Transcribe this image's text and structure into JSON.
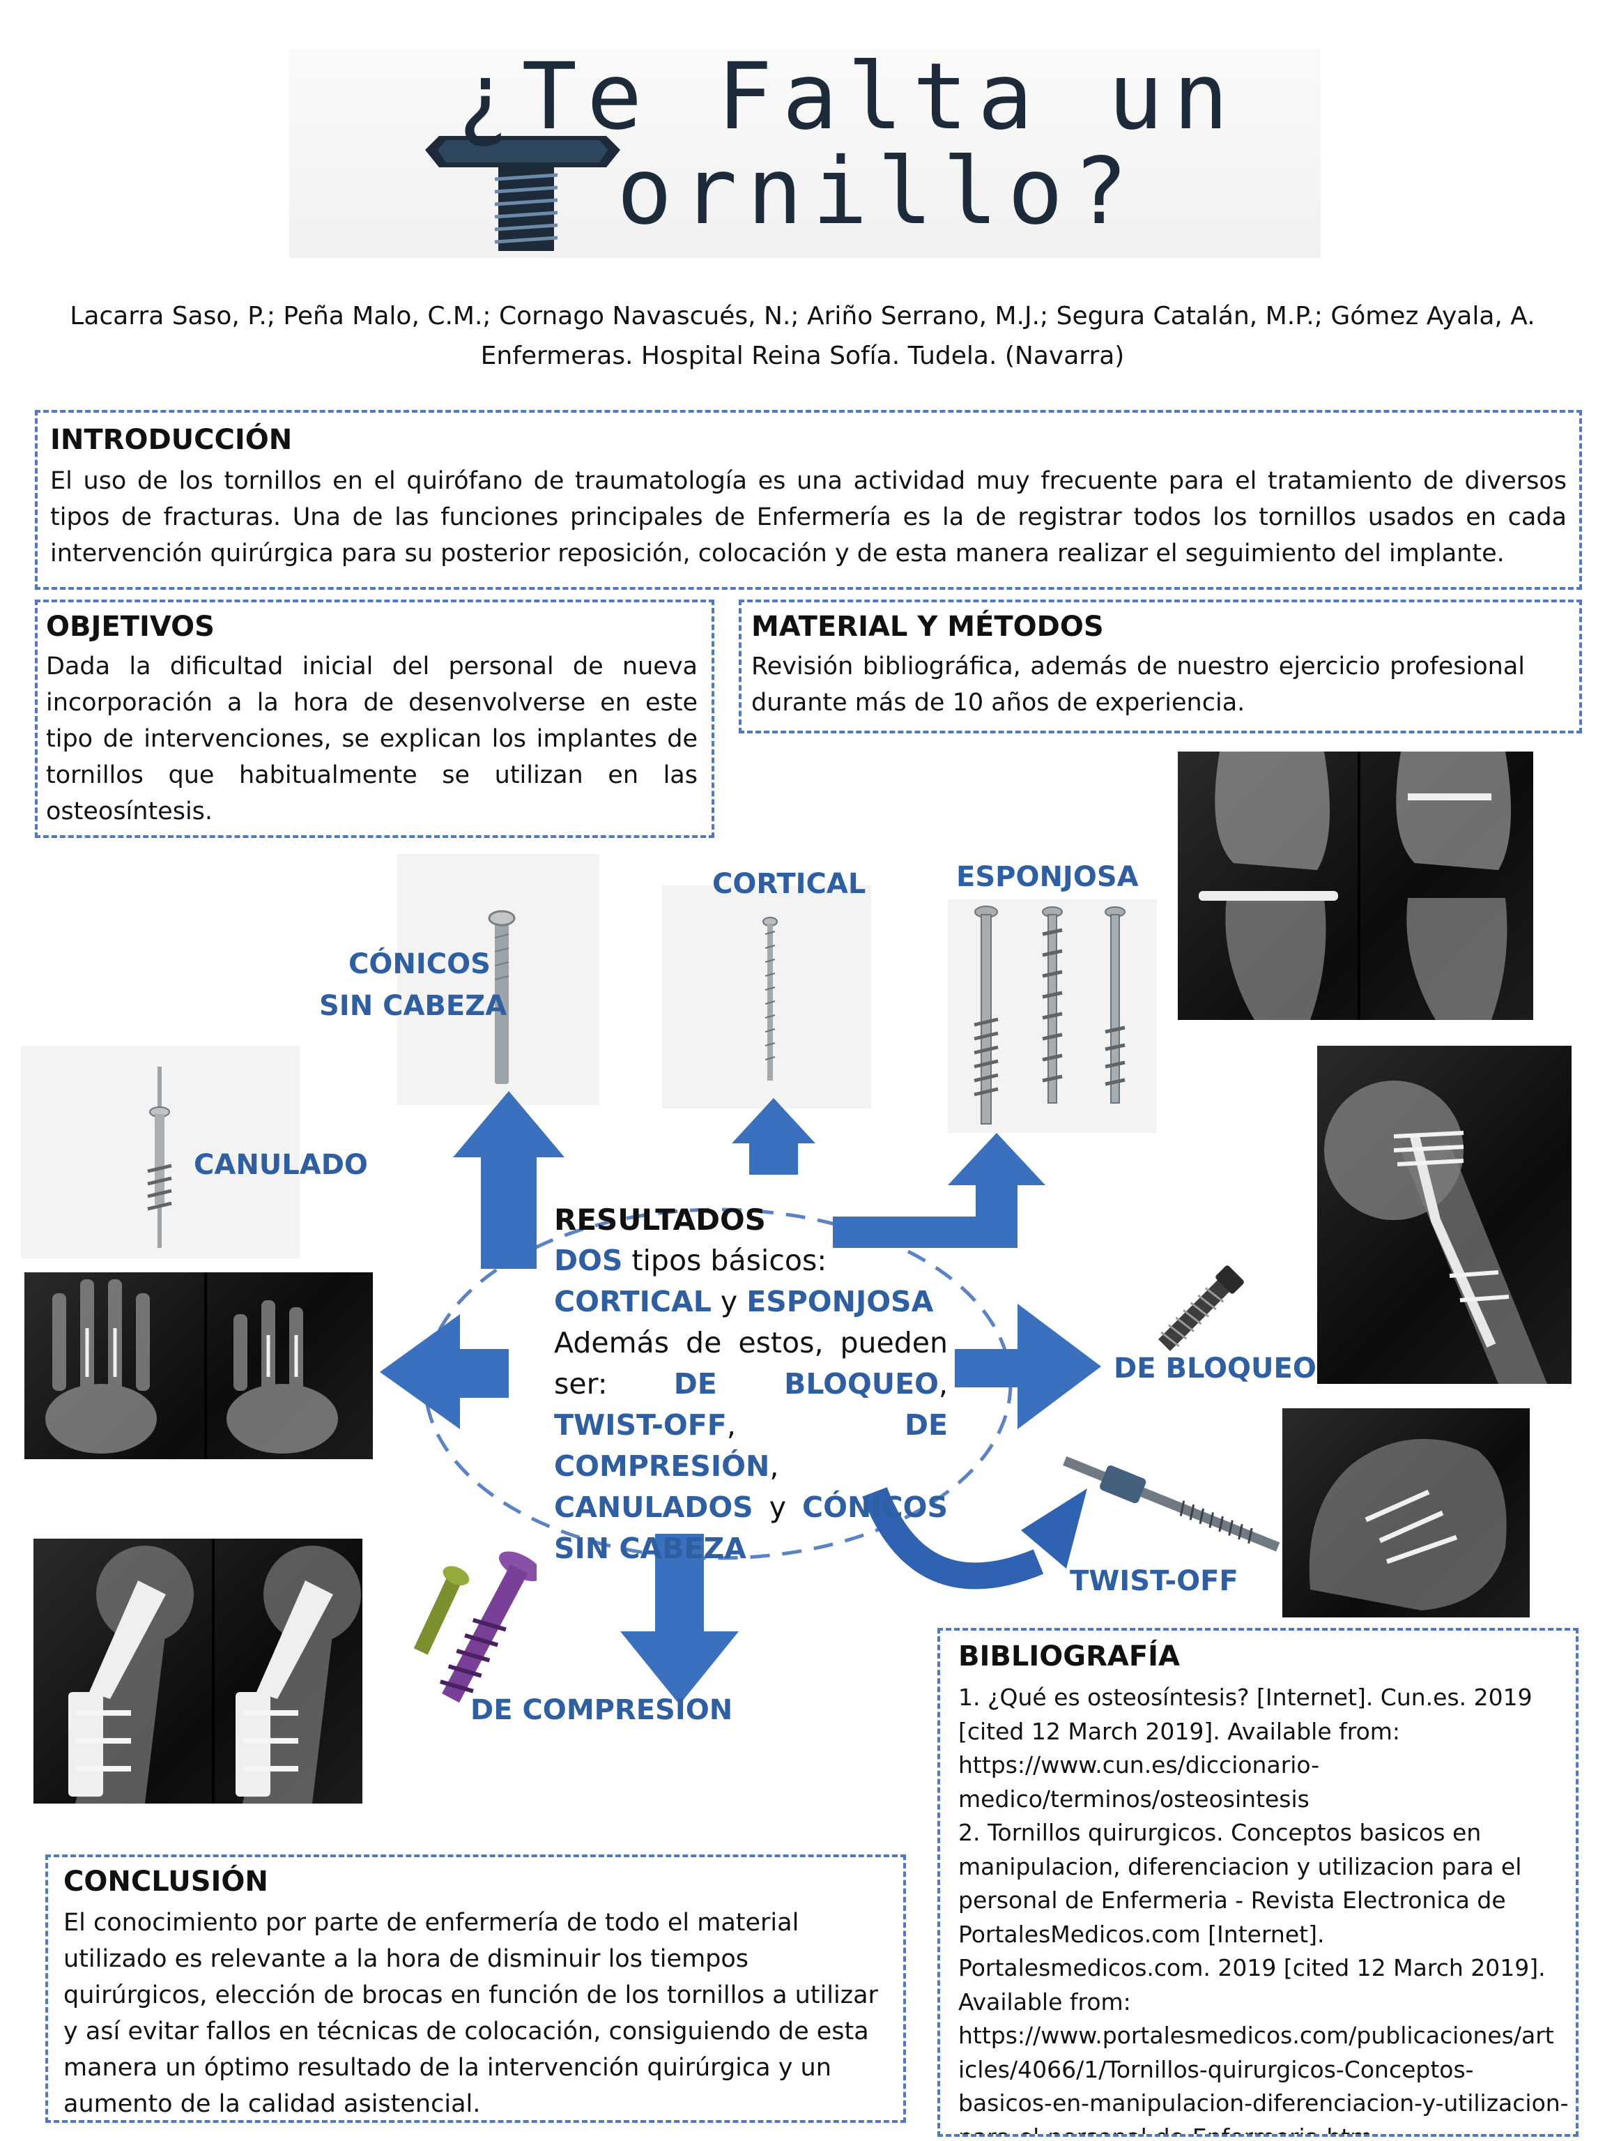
{
  "header": {
    "title_line1": "¿Te Falta un",
    "title_line2": "ornillo?",
    "authors": "Lacarra Saso, P.; Peña Malo, C.M.; Cornago Navascués, N.; Ariño Serrano, M.J.; Segura Catalán, M.P.; Gómez Ayala, A.",
    "affiliation": "Enfermeras. Hospital Reina Sofía. Tudela. (Navarra)"
  },
  "intro": {
    "title": "INTRODUCCIÓN",
    "text": "El uso de los tornillos en el quirófano de traumatología es una actividad muy frecuente para el tratamiento de diversos tipos de fracturas. Una de las funciones principales de Enfermería es la de registrar todos los tornillos usados en cada intervención quirúrgica para su posterior reposición, colocación y de esta manera realizar el seguimiento del implante."
  },
  "objetivos": {
    "title": "OBJETIVOS",
    "text": "Dada la dificultad inicial del personal de nueva incorporación a la hora de desenvolverse en este tipo de intervenciones, se explican los implantes de tornillos que habitualmente se utilizan en las osteosíntesis."
  },
  "material": {
    "title": "MATERIAL Y MÉTODOS",
    "text": "Revisión bibliográfica, además de nuestro ejercicio profesional durante más de 10 años de experiencia."
  },
  "resultados": {
    "title": "RESULTADOS",
    "dos": "DOS",
    "tipos": " tipos básicos:",
    "cortical": "CORTICAL",
    "y": " y ",
    "esponjosa": "ESPONJOSA",
    "ademas": "Además de estos, pueden ser: ",
    "bloqueo": "DE BLOQUEO",
    "comma1": ", ",
    "twist": "TWIST-OFF",
    "comma2": ", ",
    "compresion": "DE COMPRESIÓN",
    "comma3": ", ",
    "canulados": "CANULADOS",
    "y2": " y ",
    "conicos": "CÓNICOS SIN CABEZA"
  },
  "labels": {
    "cortical": "CORTICAL",
    "esponjosa": "ESPONJOSA",
    "conicos_1": "CÓNICOS",
    "conicos_2": "SIN CABEZA",
    "canulado": "CANULADO",
    "bloqueo": "DE BLOQUEO",
    "twist": "TWIST-OFF",
    "compresion": "DE COMPRESION"
  },
  "conclusion": {
    "title": "CONCLUSIÓN",
    "text": "El conocimiento por parte de enfermería de todo el material utilizado es relevante a la hora de disminuir los tiempos quirúrgicos, elección de brocas en función de los tornillos a utilizar y así evitar fallos en técnicas de colocación, consiguiendo de esta manera un óptimo resultado de la intervención quirúrgica y un aumento de la calidad asistencial."
  },
  "bibliografia": {
    "title": "BIBLIOGRAFÍA",
    "lines": [
      "1. ¿Qué es osteosíntesis? [Internet]. Cun.es. 2019",
      "[cited 12 March 2019]. Available from:",
      "https://www.cun.es/diccionario-",
      "medico/terminos/osteosintesis",
      "2. Tornillos quirurgicos. Conceptos basicos en",
      "manipulacion, diferenciacion y utilizacion para el",
      "personal de Enfermeria - Revista Electronica de",
      "PortalesMedicos.com [Internet].",
      "Portalesmedicos.com. 2019 [cited 12 March 2019].",
      "Available from:",
      "https://www.portalesmedicos.com/publicaciones/art",
      "icles/4066/1/Tornillos-quirurgicos-Conceptos-",
      "basicos-en-manipulacion-diferenciacion-y-utilizacion-",
      "para-el-personal-de-Enfermeria.htm"
    ]
  },
  "colors": {
    "accent": "#2e5fa3",
    "arrow": "#3a70bd",
    "border": "#4f79c0"
  }
}
